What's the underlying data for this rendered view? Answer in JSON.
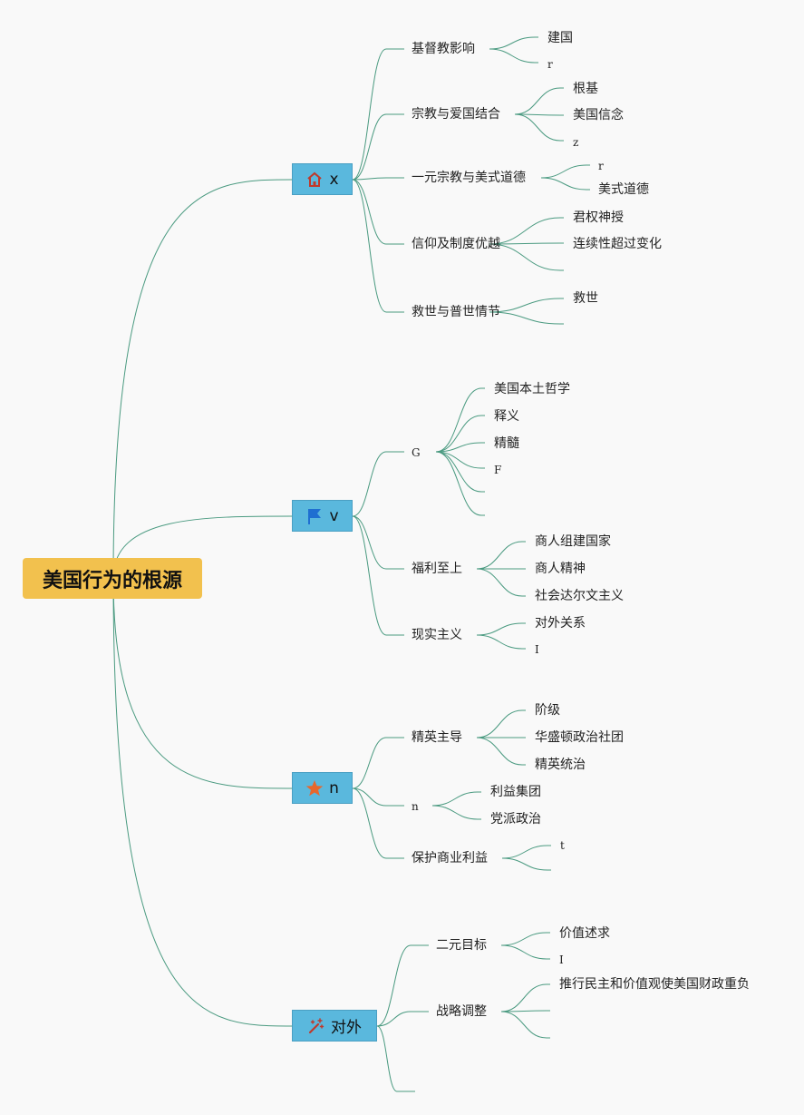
{
  "root": {
    "label": "美国行为的根源"
  },
  "branches": [
    {
      "label": "x",
      "icon": "house-icon",
      "topics": [
        {
          "label": "基督教影响",
          "items": [
            "建国",
            "r"
          ]
        },
        {
          "label": "宗教与爱国结合",
          "items": [
            "根基",
            "美国信念",
            "z"
          ]
        },
        {
          "label": "一元宗教与美式道德",
          "items": [
            "r",
            "美式道德"
          ]
        },
        {
          "label": "信仰及制度优越",
          "items": [
            "君权神授",
            "连续性超过变化",
            ""
          ]
        },
        {
          "label": "救世与普世情节",
          "items": [
            "救世",
            ""
          ]
        }
      ]
    },
    {
      "label": "v",
      "icon": "flag-icon",
      "topics": [
        {
          "label": "G",
          "items": [
            "美国本土哲学",
            "释义",
            "精髓",
            "F",
            "",
            ""
          ]
        },
        {
          "label": "福利至上",
          "items": [
            "商人组建国家",
            "商人精神",
            "社会达尔文主义"
          ]
        },
        {
          "label": "现实主义",
          "items": [
            "对外关系",
            "I"
          ]
        }
      ]
    },
    {
      "label": "n",
      "icon": "star-icon",
      "topics": [
        {
          "label": "精英主导",
          "items": [
            "阶级",
            "华盛顿政治社团",
            "精英统治"
          ]
        },
        {
          "label": "n",
          "items": [
            "利益集团",
            "党派政治"
          ]
        },
        {
          "label": "保护商业利益",
          "items": [
            "t",
            ""
          ]
        }
      ]
    },
    {
      "label": "对外",
      "icon": "magic-wand-icon",
      "topics": [
        {
          "label": "二元目标",
          "items": [
            "价值述求",
            "I"
          ]
        },
        {
          "label": "战略调整",
          "items": [
            "推行民主和价值观使美国财政重负",
            "",
            ""
          ]
        },
        {
          "label": "",
          "items": []
        }
      ]
    }
  ],
  "colors": {
    "root": "#f2c14e",
    "branch": "#5ab8dd",
    "connector": "#4a9a80",
    "house": "#c0392b",
    "flag": "#1f6fd1",
    "star": "#e8672c",
    "wand": "#c0392b"
  }
}
